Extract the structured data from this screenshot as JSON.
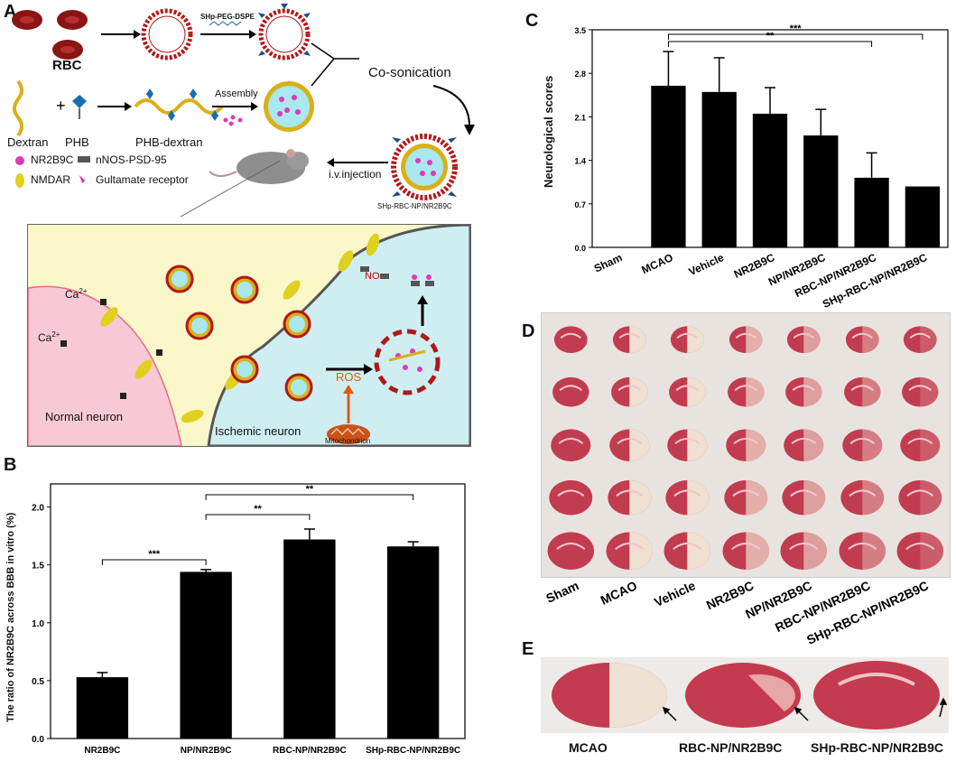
{
  "panels": {
    "A": "A",
    "B": "B",
    "C": "C",
    "D": "D",
    "E": "E"
  },
  "schematic": {
    "rbc": "RBC",
    "shp_peg_dspe": "SHp-PEG-DSPE",
    "co_sonication": "Co-sonication",
    "dextran": "Dextran",
    "phb": "PHB",
    "phb_dextran": "PHB-dextran",
    "assembly": "Assembly",
    "legend": [
      {
        "icon": "pink-sphere",
        "label": "NR2B9C"
      },
      {
        "icon": "grey-block",
        "label": "nNOS-PSD-95"
      },
      {
        "icon": "yellow-oval",
        "label": "NMDAR"
      },
      {
        "icon": "magenta-pin",
        "label": "Gultamate receptor"
      }
    ],
    "iv_injection": "i.v.injection",
    "nanoparticle_label": "SHp-RBC-NP/NR2B9C",
    "neuron_panel": {
      "ca1": "Ca",
      "ca1_sup": "2+",
      "ca2": "Ca",
      "ca2_sup": "2+",
      "normal": "Normal neuron",
      "ischemic": "Ischemic neuron",
      "ros": "ROS",
      "no": "NO",
      "mito": "Mitochondrion"
    },
    "colors": {
      "normal_bg": "#f7c9d7",
      "ischemic_bg": "#cfeef2",
      "top_bg": "#faf7c8",
      "rbc": "#8b1a1a"
    }
  },
  "chart_data": [
    {
      "type": "bar",
      "id": "B",
      "categories": [
        "NR2B9C",
        "NP/NR2B9C",
        "RBC-NP/NR2B9C",
        "SHp-RBC-NP/NR2B9C"
      ],
      "values": [
        0.53,
        1.44,
        1.72,
        1.66
      ],
      "errors": [
        0.04,
        0.02,
        0.09,
        0.04
      ],
      "ylabel": "The ratio of NR2B9C across BBB in vitro (%)",
      "ylim": [
        0,
        2.2
      ],
      "yticks": [
        "0.0",
        "0.5",
        "1.0",
        "1.5",
        "2.0"
      ],
      "significance": [
        {
          "from": 0,
          "to": 1,
          "label": "***"
        },
        {
          "from": 1,
          "to": 2,
          "label": "**"
        },
        {
          "from": 1,
          "to": 3,
          "label": "**"
        }
      ]
    },
    {
      "type": "bar",
      "id": "C",
      "categories": [
        "Sham",
        "MCAO",
        "Vehicle",
        "NR2B9C",
        "NP/NR2B9C",
        "RBC-NP/NR2B9C",
        "SHp-RBC-NP/NR2B9C"
      ],
      "values": [
        0,
        2.6,
        2.5,
        2.15,
        1.8,
        1.12,
        0.98
      ],
      "errors": [
        0,
        0.55,
        0.55,
        0.42,
        0.42,
        0.4,
        0
      ],
      "ylabel": "Neurological scores",
      "ylim": [
        0,
        3.5
      ],
      "yticks": [
        "0.0",
        "0.7",
        "1.4",
        "2.1",
        "2.8",
        "3.5"
      ],
      "significance": [
        {
          "from": 1,
          "to": 5,
          "label": "**"
        },
        {
          "from": 1,
          "to": 6,
          "label": "***"
        }
      ]
    }
  ],
  "panel_d": {
    "groups": [
      "Sham",
      "MCAO",
      "Vehicle",
      "NR2B9C",
      "NP/NR2B9C",
      "RBC-NP/NR2B9C",
      "SHp-RBC-NP/NR2B9C"
    ]
  },
  "panel_e": {
    "labels": [
      "MCAO",
      "RBC-NP/NR2B9C",
      "SHp-RBC-NP/NR2B9C"
    ]
  }
}
